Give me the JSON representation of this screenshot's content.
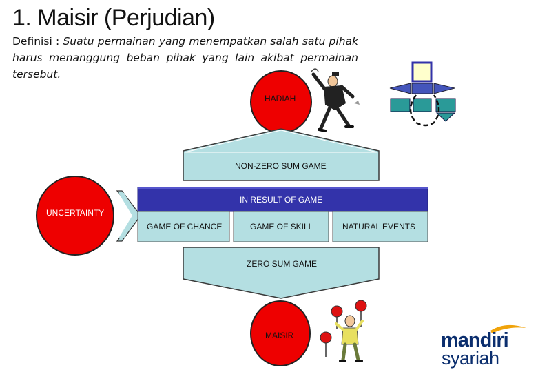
{
  "slide": {
    "title": "1. Maisir (Perjudian)",
    "definition_lead": "Definisi :",
    "definition_body": "Suatu permainan yang menempatkan salah satu pihak harus menanggung beban pihak yang lain akibat permainan tersebut."
  },
  "diagram": {
    "hadiah": "HADIAH",
    "non_zero_sum": "NON-ZERO SUM GAME",
    "in_result": "IN RESULT OF GAME",
    "uncertainty": "UNCERTAINTY",
    "game_of_chance": "GAME OF CHANCE",
    "game_of_skill": "GAME OF SKILL",
    "natural_events": "NATURAL EVENTS",
    "zero_sum": "ZERO SUM GAME",
    "maisir": "MAISIR"
  },
  "logo": {
    "line1": "mandiri",
    "line2": "syariah"
  },
  "colors": {
    "red": "#ee0000",
    "light_cyan": "#b4dfe2",
    "blue_band": "#3333aa",
    "teal": "#2a9a98",
    "logo_blue": "#0b2e6e",
    "logo_gold": "#f0a30a"
  }
}
